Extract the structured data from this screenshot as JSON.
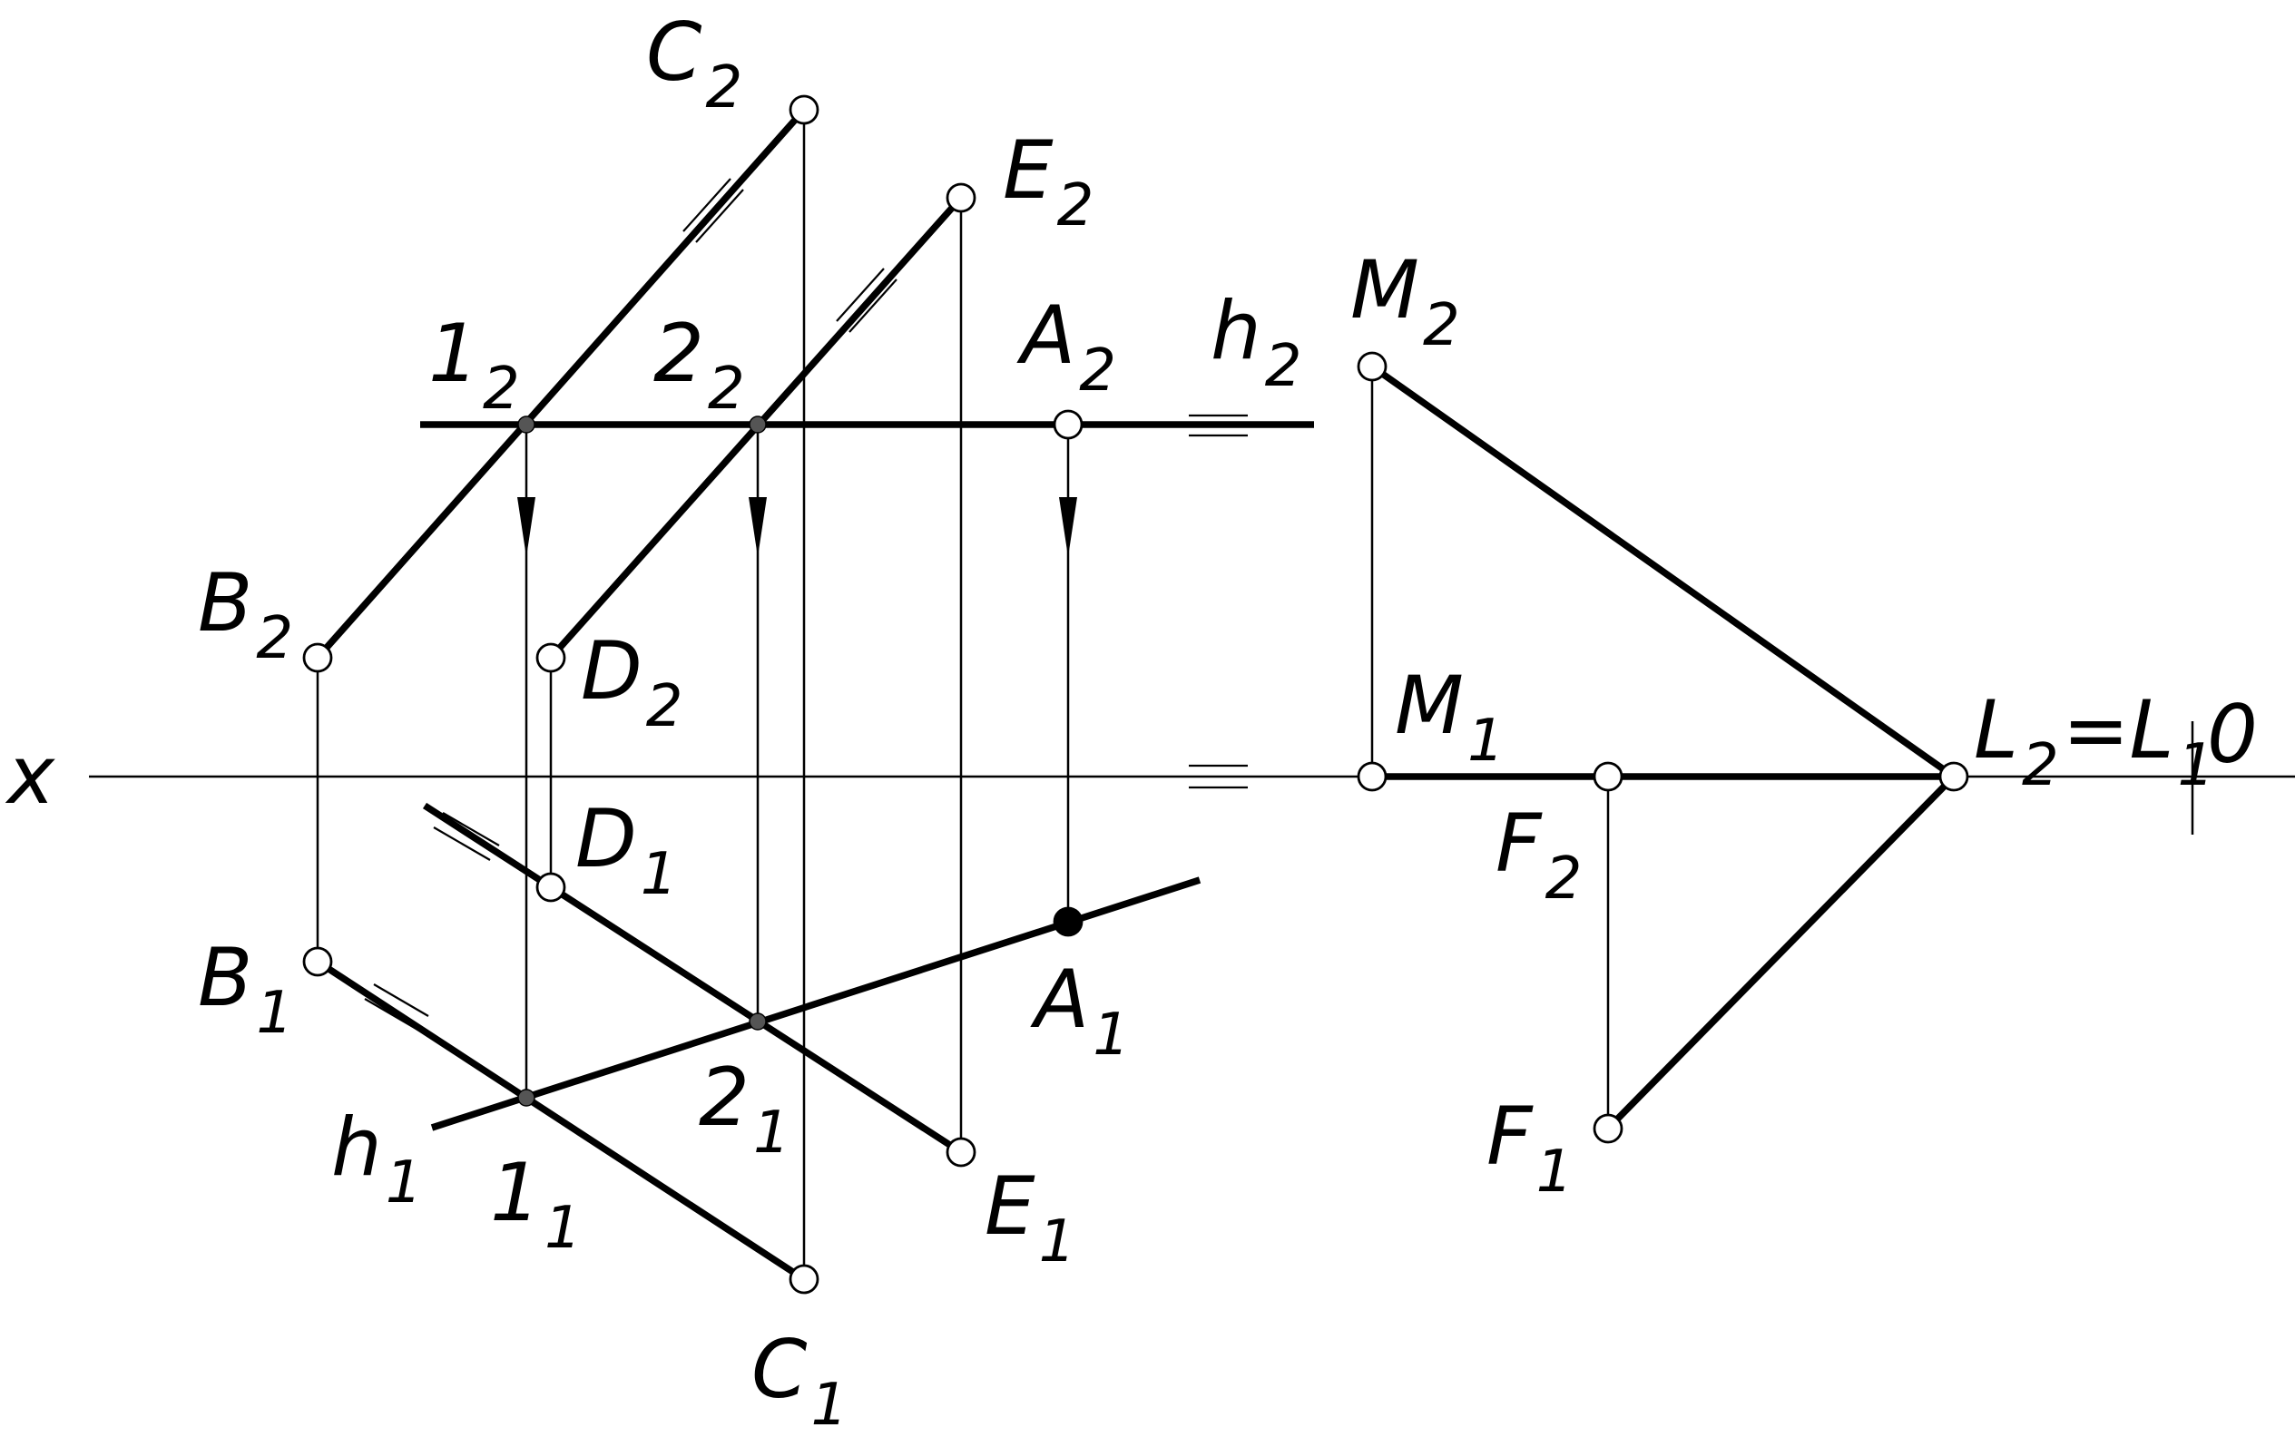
{
  "labels": {
    "C2": {
      "main": "C",
      "sub": "2"
    },
    "E2": {
      "main": "E",
      "sub": "2"
    },
    "M2": {
      "main": "M",
      "sub": "2"
    },
    "h2": {
      "main": "h",
      "sub": "2"
    },
    "one2": {
      "main": "1",
      "sub": "2"
    },
    "two2": {
      "main": "2",
      "sub": "2"
    },
    "A2": {
      "main": "A",
      "sub": "2"
    },
    "B2": {
      "main": "B",
      "sub": "2"
    },
    "D2": {
      "main": "D",
      "sub": "2"
    },
    "M1": {
      "main": "M",
      "sub": "1"
    },
    "L": {
      "main": "L",
      "sub": "2",
      "eq": "=L",
      "sub2": "1"
    },
    "x": {
      "main": "x"
    },
    "o": {
      "main": "0"
    },
    "D1": {
      "main": "D",
      "sub": "1"
    },
    "F2": {
      "main": "F",
      "sub": "2"
    },
    "B1": {
      "main": "B",
      "sub": "1"
    },
    "A1": {
      "main": "A",
      "sub": "1"
    },
    "two1": {
      "main": "2",
      "sub": "1"
    },
    "h1": {
      "main": "h",
      "sub": "1"
    },
    "one1": {
      "main": "1",
      "sub": "1"
    },
    "E1": {
      "main": "E",
      "sub": "1"
    },
    "F1": {
      "main": "F",
      "sub": "1"
    },
    "C1": {
      "main": "C",
      "sub": "1"
    }
  }
}
